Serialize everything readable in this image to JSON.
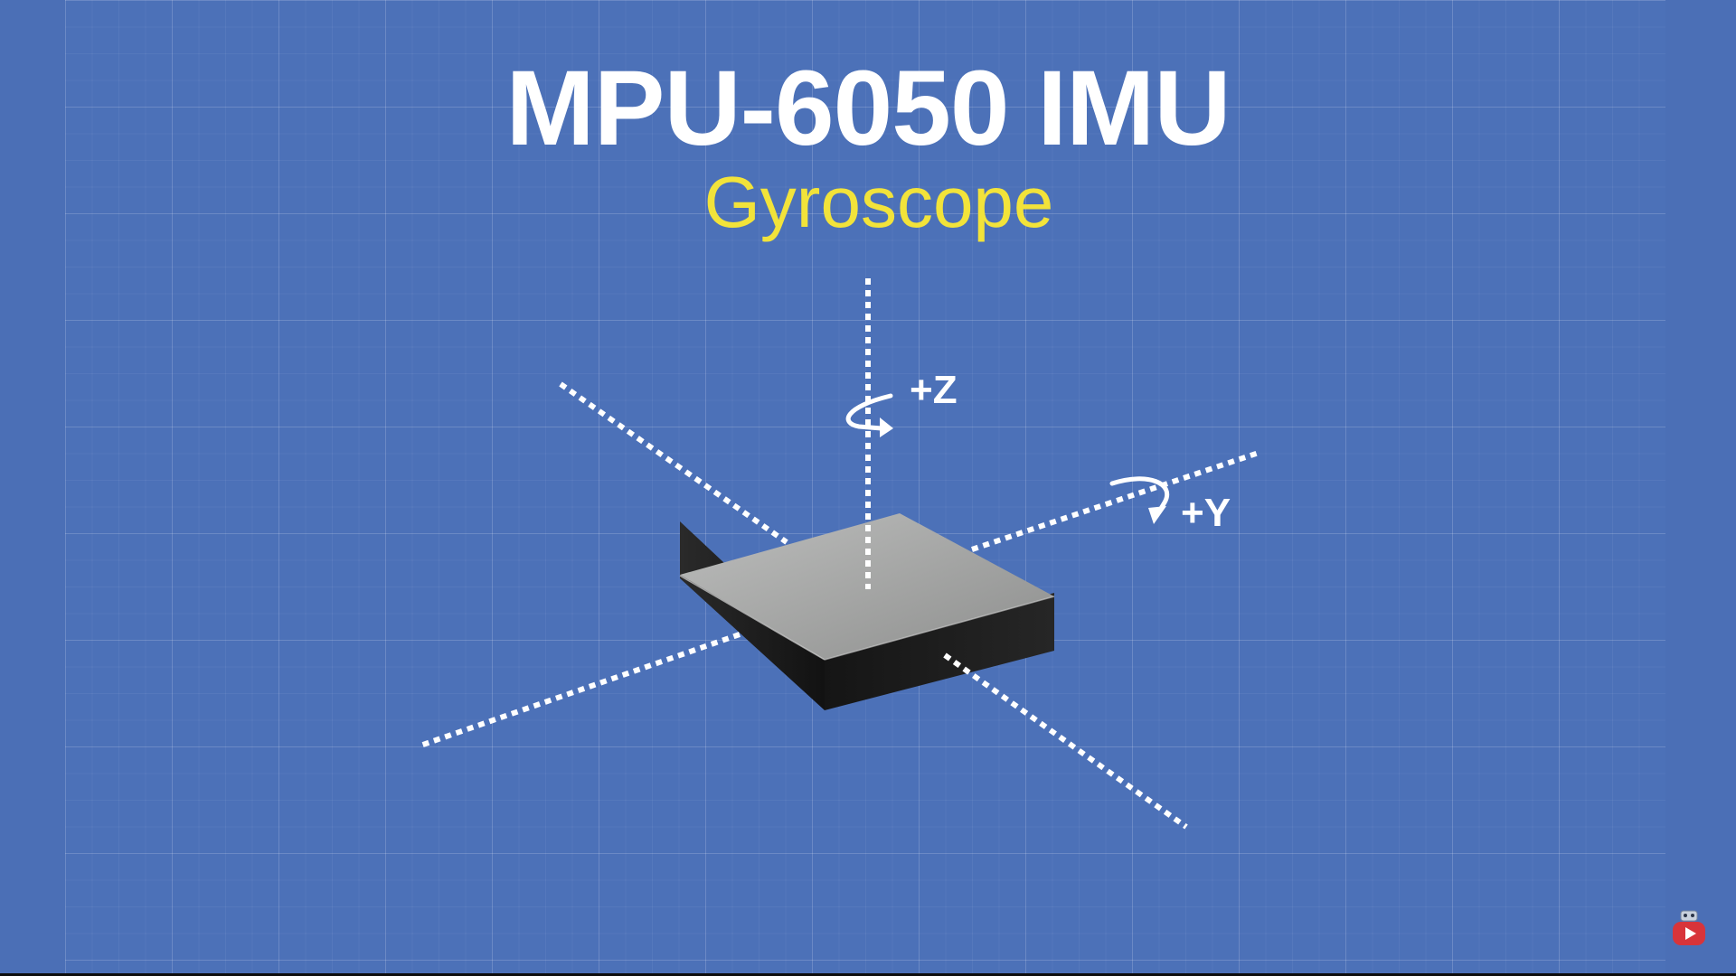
{
  "title": "MPU-6050 IMU",
  "subtitle": "Gyroscope",
  "axes": {
    "z_label": "+Z",
    "y_label": "+Y"
  },
  "colors": {
    "background": "#4b6fb6",
    "title": "#ffffff",
    "subtitle": "#f2e33a",
    "axis": "#ffffff",
    "chip_top": "#a9aaa9",
    "chip_side": "#1b1b1b"
  },
  "icons": {
    "z_rotation": "rotation-arrow-icon",
    "y_rotation": "rotation-arrow-icon",
    "badge": "robot-play-icon"
  }
}
